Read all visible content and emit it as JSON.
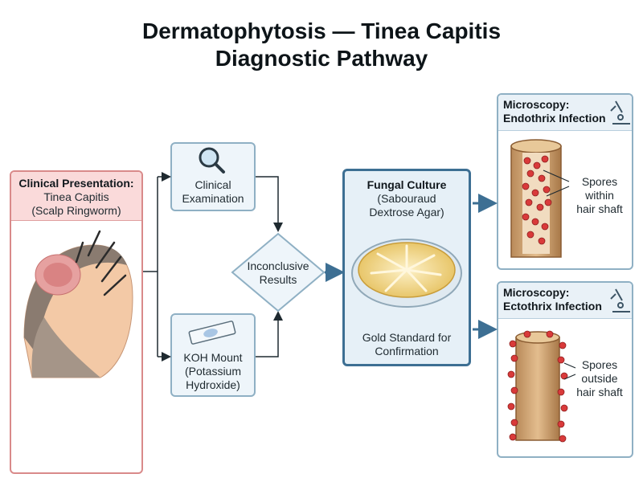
{
  "title": {
    "line1": "Dermatophytosis — Tinea Capitis",
    "line2": "Diagnostic Pathway"
  },
  "clinical": {
    "heading": "Clinical Presentation:",
    "line1": "Tinea Capitis",
    "line2": "(Scalp Ringworm)"
  },
  "exam": {
    "line1": "Clinical",
    "line2": "Examination",
    "icon": "magnifier-icon"
  },
  "koh": {
    "line1": "KOH Mount",
    "line2": "(Potassium",
    "line3": "Hydroxide)",
    "icon": "microscope-slide-icon"
  },
  "decision": {
    "line1": "Inconclusive",
    "line2": "Results"
  },
  "culture": {
    "heading": "Fungal Culture",
    "line1": "(Sabouraud",
    "line2": "Dextrose Agar)",
    "footer1": "Gold Standard for",
    "footer2": "Confirmation"
  },
  "endothrix": {
    "title1": "Microscopy:",
    "title2": "Endothrix Infection",
    "label1": "Spores",
    "label2": "within",
    "label3": "hair shaft",
    "icon": "microscope-icon"
  },
  "ectothrix": {
    "title1": "Microscopy:",
    "title2": "Ectothrix Infection",
    "label1": "Spores",
    "label2": "outside",
    "label3": "hair shaft",
    "icon": "microscope-icon"
  },
  "colors": {
    "accent": "#3d6f93",
    "clinical_header": "#fadada",
    "box_fill": "#eef5fa",
    "spore": "#d93a3a"
  }
}
